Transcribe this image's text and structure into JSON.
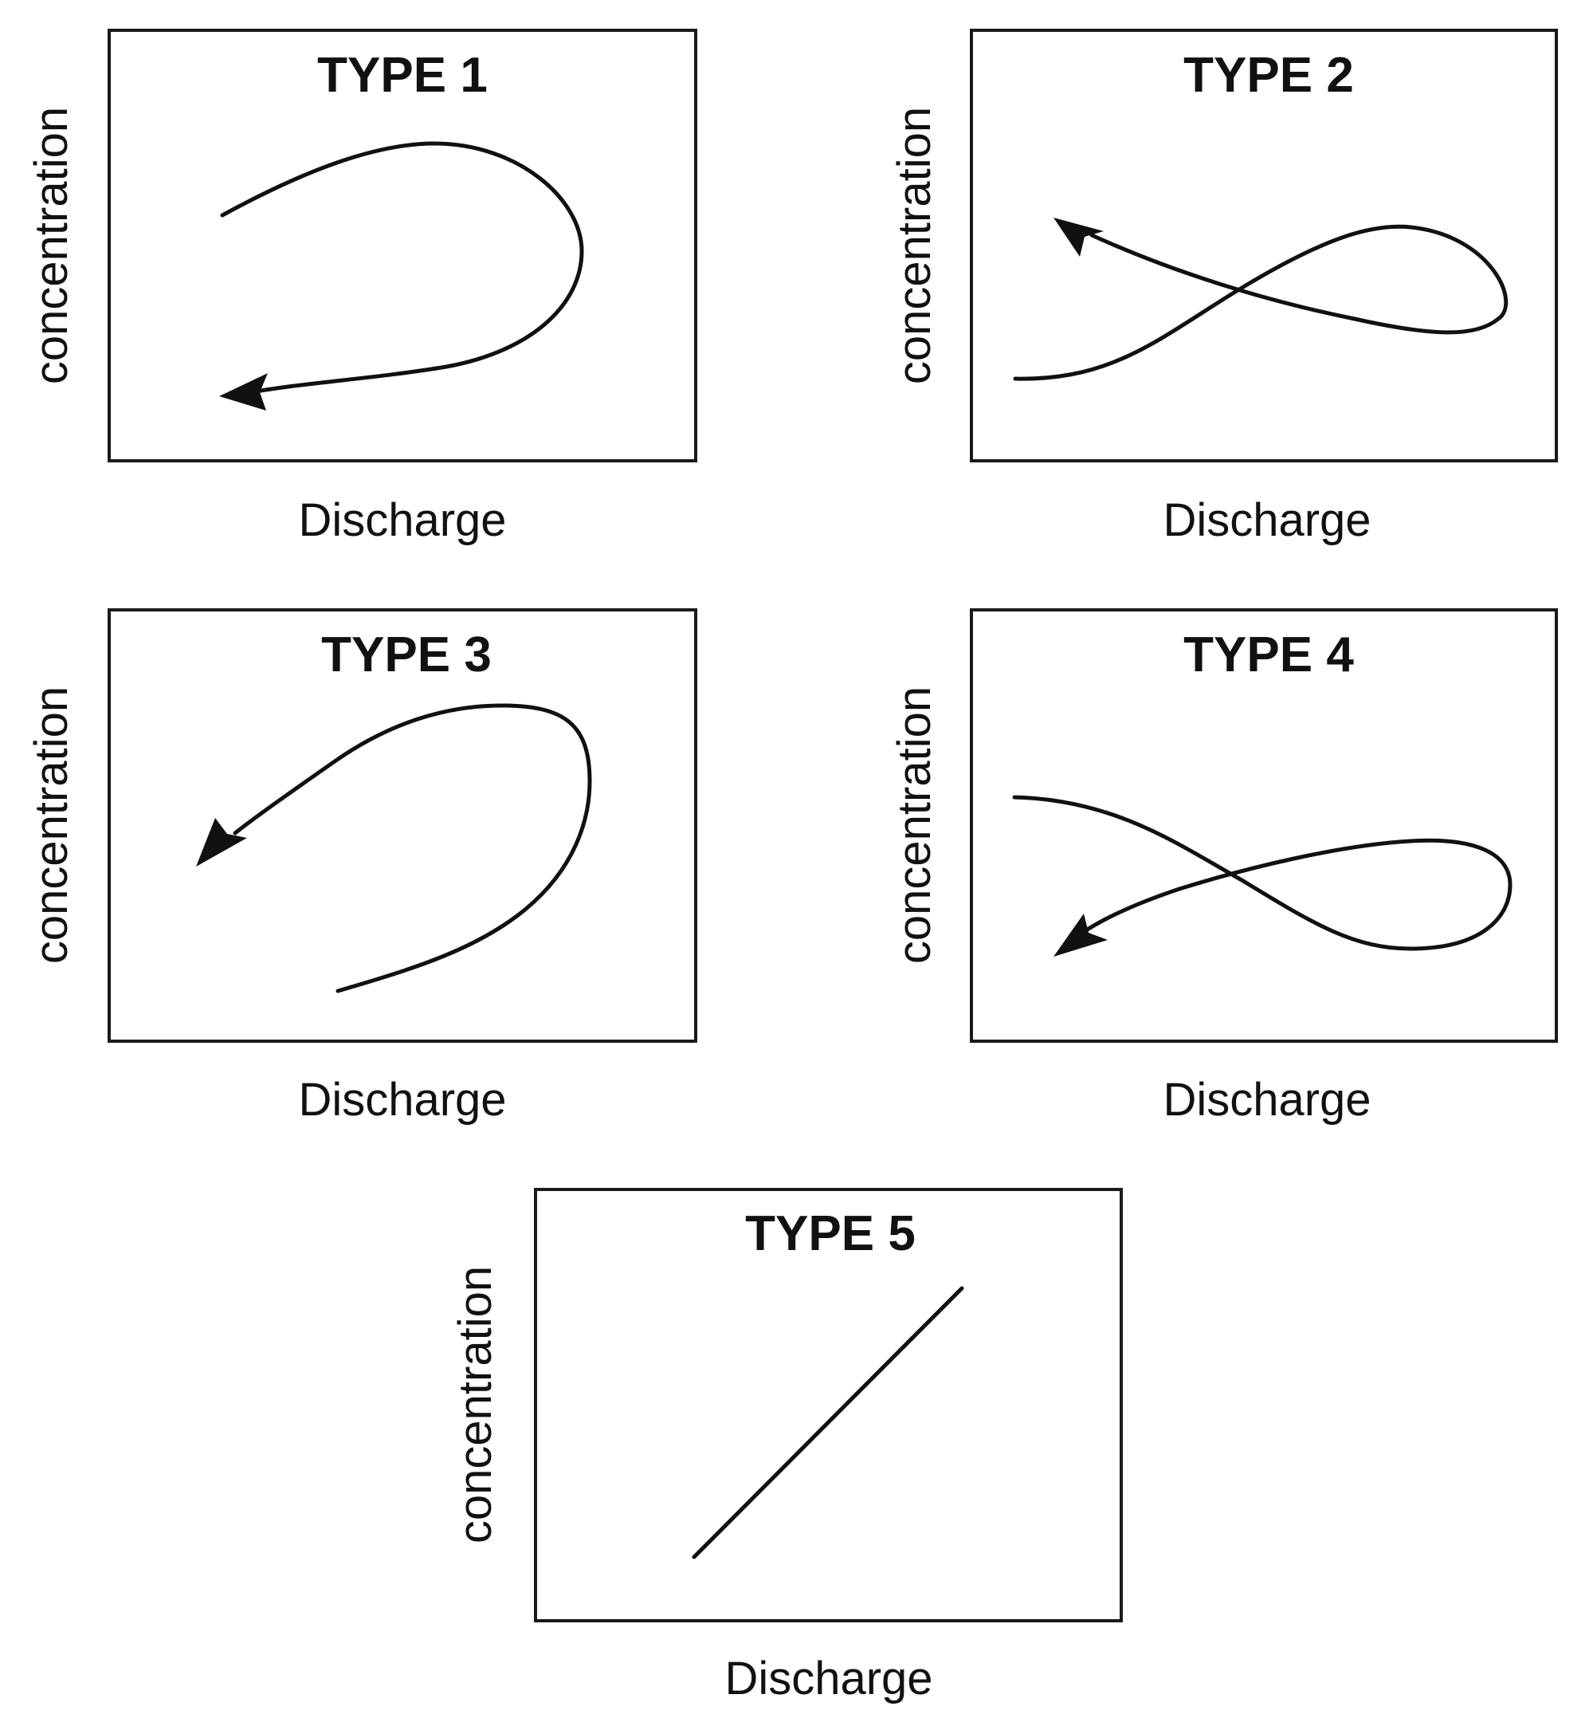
{
  "panels": [
    {
      "id": "type-1",
      "title": "TYPE 1",
      "xlabel": "Discharge",
      "ylabel": "concentration"
    },
    {
      "id": "type-2",
      "title": "TYPE 2",
      "xlabel": "Discharge",
      "ylabel": "concentration"
    },
    {
      "id": "type-3",
      "title": "TYPE 3",
      "xlabel": "Discharge",
      "ylabel": "concentration"
    },
    {
      "id": "type-4",
      "title": "TYPE 4",
      "xlabel": "Discharge",
      "ylabel": "concentration"
    },
    {
      "id": "type-5",
      "title": "TYPE 5",
      "xlabel": "Discharge",
      "ylabel": "concentration"
    }
  ]
}
